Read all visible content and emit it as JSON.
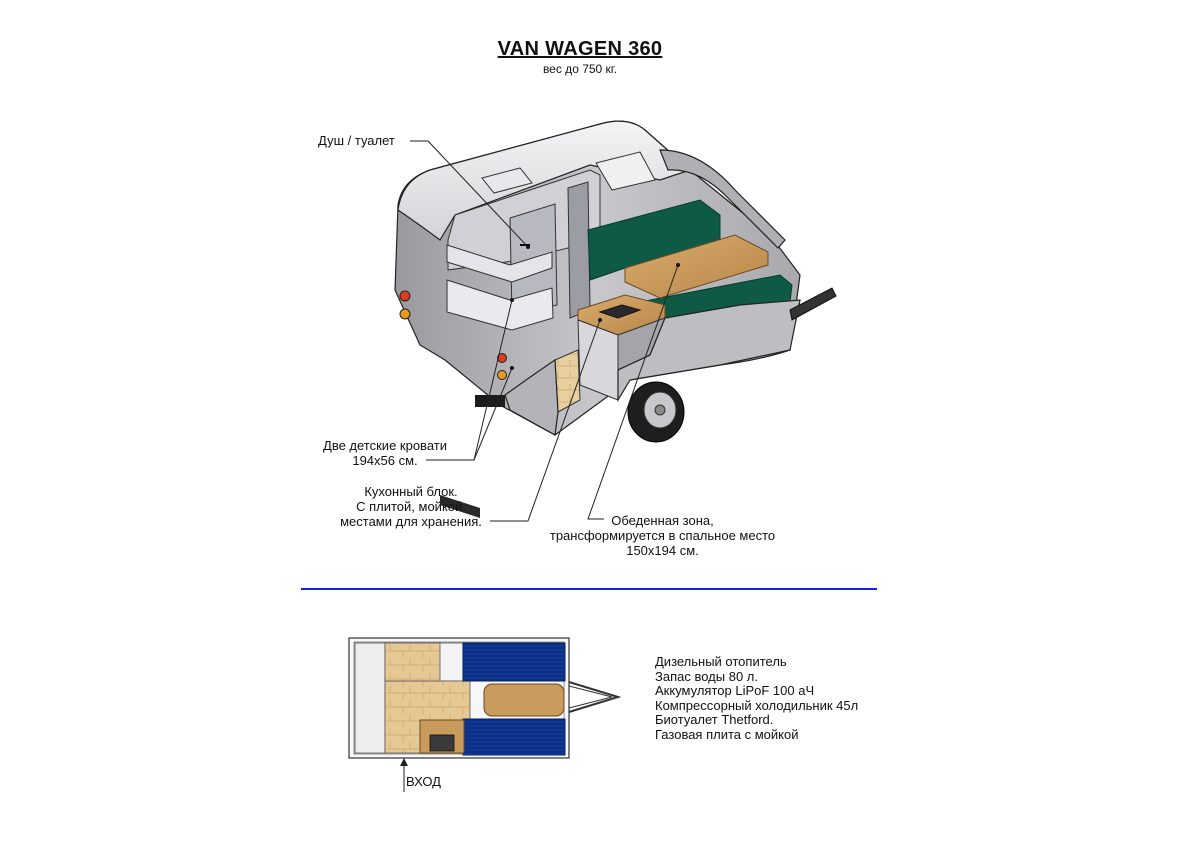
{
  "title": "VAN WAGEN 360",
  "subtitle": "вес до 750 кг.",
  "callouts": {
    "shower": "Душ / туалет",
    "bunks_line1": "Две детские кровати",
    "bunks_line2": "194х56 см.",
    "kitchen_line1": "Кухонный блок.",
    "kitchen_line2": "С плитой, мойкой.",
    "kitchen_line3": "местами для хранения.",
    "dining_line1": "Обеденная зона,",
    "dining_line2": "трансформируется в спальное место",
    "dining_line3": "150х194 см."
  },
  "floorplan": {
    "entrance_label": "ВХОД"
  },
  "specs": [
    "Дизельный отопитель",
    "Запас воды 80 л.",
    "Аккумулятор LiPoF 100 аЧ",
    "Компрессорный холодильник 45л",
    "Биотуалет Thetford.",
    "Газовая плита с мойкой"
  ],
  "colors": {
    "divider": "#1a1aff",
    "cushion_green": "#0f5a46",
    "wood": "#c89a5c",
    "mattress_blue": "#0b2f86",
    "floor_wood": "#e3c79a"
  }
}
